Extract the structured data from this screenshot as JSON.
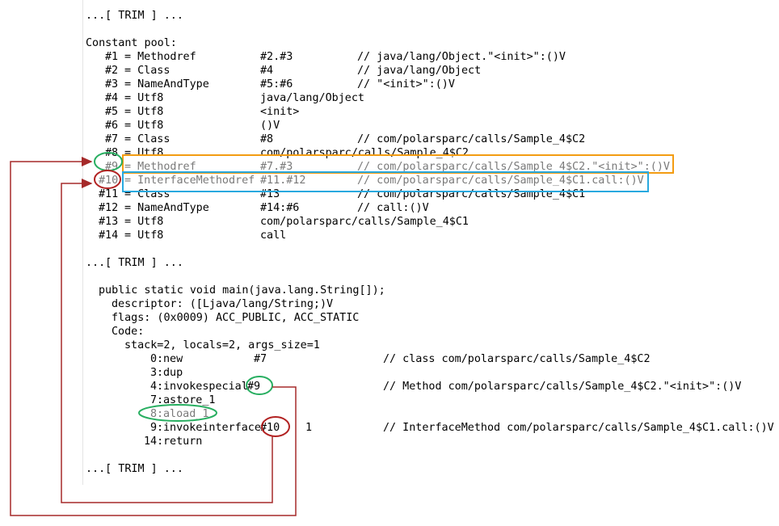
{
  "trim_marker": "...[ TRIM ] ...",
  "cp_header": "Constant pool:",
  "cp_entries": [
    {
      "idx": "#1",
      "type": "Methodref",
      "ref": "#2.#3",
      "comment": "// java/lang/Object.\"<init>\":()V"
    },
    {
      "idx": "#2",
      "type": "Class",
      "ref": "#4",
      "comment": "// java/lang/Object"
    },
    {
      "idx": "#3",
      "type": "NameAndType",
      "ref": "#5:#6",
      "comment": "// \"<init>\":()V"
    },
    {
      "idx": "#4",
      "type": "Utf8",
      "ref": "java/lang/Object",
      "comment": ""
    },
    {
      "idx": "#5",
      "type": "Utf8",
      "ref": "<init>",
      "comment": ""
    },
    {
      "idx": "#6",
      "type": "Utf8",
      "ref": "()V",
      "comment": ""
    },
    {
      "idx": "#7",
      "type": "Class",
      "ref": "#8",
      "comment": "// com/polarsparc/calls/Sample_4$C2"
    },
    {
      "idx": "#8",
      "type": "Utf8",
      "ref": "com/polarsparc/calls/Sample_4$C2",
      "comment": ""
    },
    {
      "idx": "#9",
      "type": "Methodref",
      "ref": "#7.#3",
      "comment": "// com/polarsparc/calls/Sample_4$C2.\"<init>\":()V"
    },
    {
      "idx": "#10",
      "type": "InterfaceMethodref",
      "ref": "#11.#12",
      "comment": "// com/polarsparc/calls/Sample_4$C1.call:()V"
    },
    {
      "idx": "#11",
      "type": "Class",
      "ref": "#13",
      "comment": "// com/polarsparc/calls/Sample_4$C1"
    },
    {
      "idx": "#12",
      "type": "NameAndType",
      "ref": "#14:#6",
      "comment": "// call:()V"
    },
    {
      "idx": "#13",
      "type": "Utf8",
      "ref": "com/polarsparc/calls/Sample_4$C1",
      "comment": ""
    },
    {
      "idx": "#14",
      "type": "Utf8",
      "ref": "call",
      "comment": ""
    }
  ],
  "method_signature": "public static void main(java.lang.String[]);",
  "descriptor_line": "descriptor: ([Ljava/lang/String;)V",
  "flags_line": "flags: (0x0009) ACC_PUBLIC, ACC_STATIC",
  "code_label": "Code:",
  "stack_line": "stack=2, locals=2, args_size=1",
  "instructions": [
    {
      "offset": "0:",
      "op": "new",
      "arg": "#7",
      "extra": "",
      "comment": "// class com/polarsparc/calls/Sample_4$C2"
    },
    {
      "offset": "3:",
      "op": "dup",
      "arg": "",
      "extra": "",
      "comment": ""
    },
    {
      "offset": "4:",
      "op": "invokespecial",
      "arg": "#9",
      "extra": "",
      "comment": "// Method com/polarsparc/calls/Sample_4$C2.\"<init>\":()V"
    },
    {
      "offset": "7:",
      "op": "astore_1",
      "arg": "",
      "extra": "",
      "comment": ""
    },
    {
      "offset": "8:",
      "op": "aload_1",
      "arg": "",
      "extra": "",
      "comment": ""
    },
    {
      "offset": "9:",
      "op": "invokeinterface",
      "arg": "#10",
      "extra": "1",
      "comment": "// InterfaceMethod com/polarsparc/calls/Sample_4$C1.call:()V"
    },
    {
      "offset": "14:",
      "op": "return",
      "arg": "",
      "extra": "",
      "comment": ""
    }
  ],
  "colors": {
    "orange_box": "#f39c12",
    "blue_box": "#29a9df",
    "green_circle": "#27ae60",
    "red_circle": "#b22222",
    "red_arrow": "#a52a2a"
  }
}
